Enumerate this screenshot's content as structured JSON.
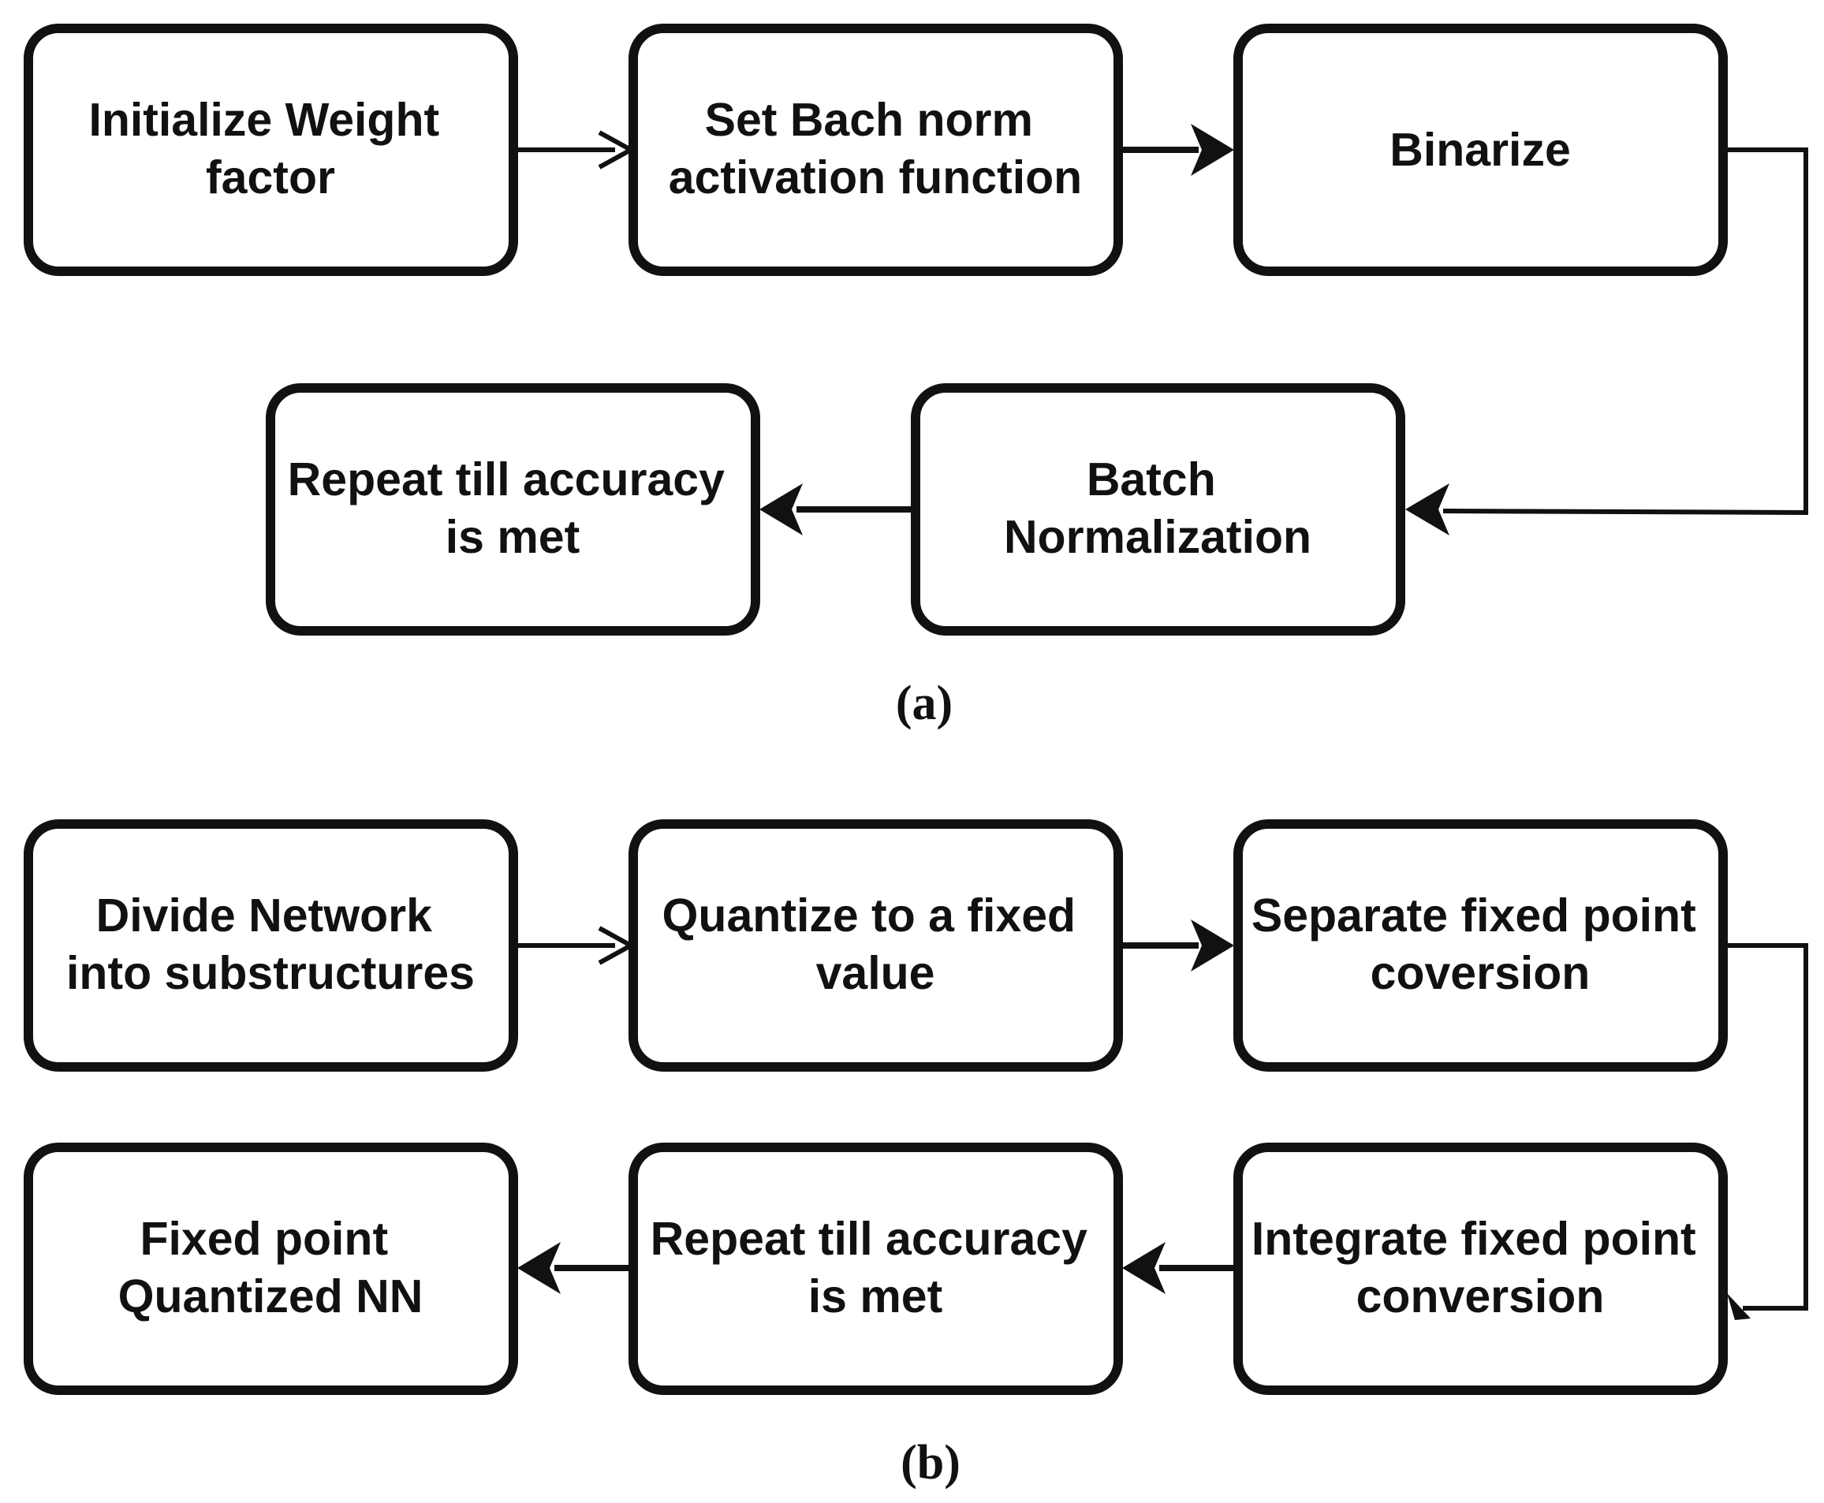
{
  "panel_a": {
    "caption": "(a)",
    "nodes": {
      "init_weight": [
        "Initialize Weight",
        "factor"
      ],
      "set_batch_norm": [
        "Set Bach norm",
        "activation function"
      ],
      "binarize": [
        "Binarize"
      ],
      "batch_normalization": [
        "Batch",
        "Normalization"
      ],
      "repeat_accuracy": [
        "Repeat till accuracy",
        "is  met"
      ]
    }
  },
  "panel_b": {
    "caption": "(b)",
    "nodes": {
      "divide_network": [
        "Divide Network",
        "into substructures"
      ],
      "quantize_fixed": [
        "Quantize to a fixed",
        "value"
      ],
      "separate_conversion": [
        "Separate fixed point",
        "coversion"
      ],
      "integrate_conversion": [
        "Integrate fixed point",
        "conversion"
      ],
      "repeat_accuracy": [
        "Repeat till accuracy",
        "is  met"
      ],
      "fixed_point_nn": [
        "Fixed point",
        "Quantized NN"
      ]
    }
  },
  "colors": {
    "stroke": "#111111",
    "background": "#ffffff"
  }
}
